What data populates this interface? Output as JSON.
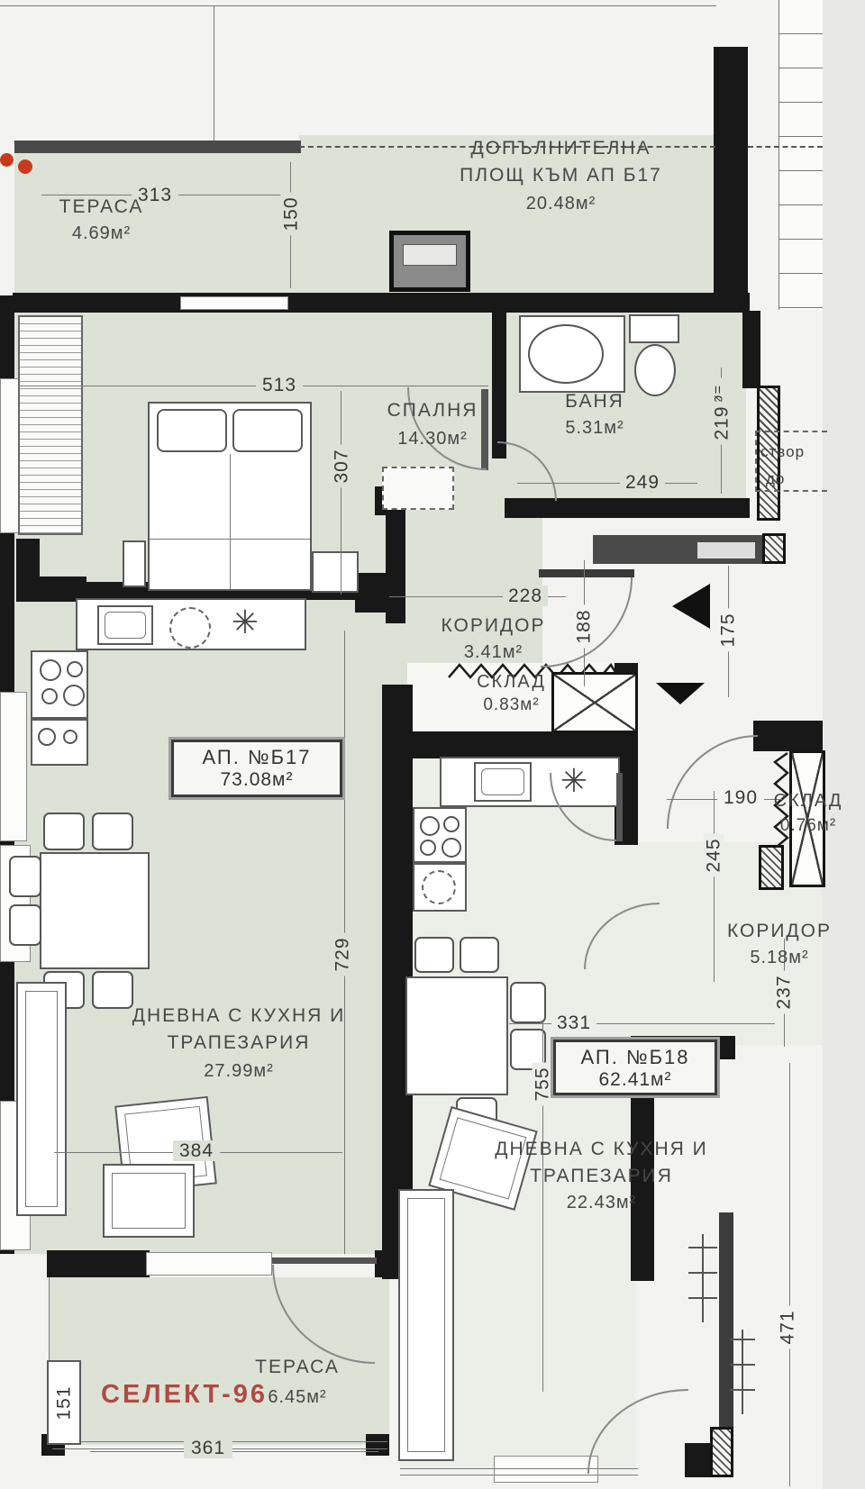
{
  "watermark": {
    "text": "СЕЛЕКТ-96",
    "color": "#b04a42"
  },
  "additional": {
    "line1": "ДОПЪЛНИТЕЛНА",
    "line2": "ПЛОЩ КЪМ АП Б17",
    "area": "20.48м²"
  },
  "b17": {
    "unit_label": "АП. №Б17",
    "unit_area": "73.08м²",
    "terrace_top": {
      "name": "ТЕРАСА",
      "area": "4.69м²"
    },
    "bedroom": {
      "name": "СПАЛНЯ",
      "area": "14.30м²"
    },
    "bath": {
      "name": "БАНЯ",
      "area": "5.31м²"
    },
    "corridor": {
      "name": "КОРИДОР",
      "area": "3.41м²"
    },
    "storage": {
      "name": "СКЛАД",
      "area": "0.83м²"
    },
    "living1": "ДНЕВНА С КУХНЯ И",
    "living2": "ТРАПЕЗАРИЯ",
    "living_area": "27.99м²",
    "terrace_bottom": {
      "name": "ТЕРАСА",
      "area": "6.45м²"
    }
  },
  "b18": {
    "unit_label": "АП. №Б18",
    "unit_area": "62.41м²",
    "corridor": {
      "name": "КОРИДОР",
      "area": "5.18м²"
    },
    "storage": {
      "name": "СКЛАД",
      "area": "0.76м²"
    },
    "living1": "ДНЕВНА С КУХНЯ И",
    "living2": "ТРАПЕЗАРИЯ",
    "living_area": "22.43м²"
  },
  "dims": {
    "d313": "313",
    "d150": "150",
    "d513": "513",
    "d307": "307",
    "d249": "249",
    "d219": "219",
    "d228": "228",
    "d188": "188",
    "d175": "175",
    "d190": "190",
    "d245": "245",
    "d237": "237",
    "d729": "729",
    "d331": "331",
    "d755": "755",
    "d384": "384",
    "d361": "361",
    "d151": "151",
    "d471": "471"
  },
  "partial": {
    "line1": "створ",
    "line2": "до"
  },
  "symbols": {
    "freezer": "✳",
    "pipe": "ø="
  }
}
